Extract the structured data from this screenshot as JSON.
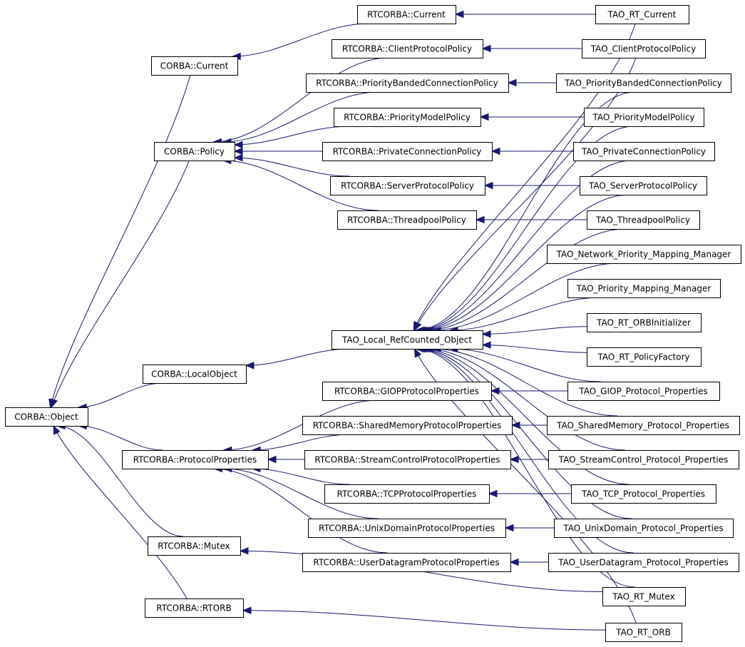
{
  "diagram": {
    "type": "inheritance-graph",
    "edge_color": "#191970",
    "nodes": [
      {
        "id": "corba_object",
        "label": "CORBA::Object"
      },
      {
        "id": "corba_current",
        "label": "CORBA::Current"
      },
      {
        "id": "corba_policy",
        "label": "CORBA::Policy"
      },
      {
        "id": "corba_localobject",
        "label": "CORBA::LocalObject"
      },
      {
        "id": "rt_protocolproperties",
        "label": "RTCORBA::ProtocolProperties"
      },
      {
        "id": "rt_mutex",
        "label": "RTCORBA::Mutex"
      },
      {
        "id": "rt_rtorb",
        "label": "RTCORBA::RTORB"
      },
      {
        "id": "rt_current",
        "label": "RTCORBA::Current"
      },
      {
        "id": "rt_clientprotocolpolicy",
        "label": "RTCORBA::ClientProtocolPolicy"
      },
      {
        "id": "rt_prioritybanded",
        "label": "RTCORBA::PriorityBandedConnectionPolicy"
      },
      {
        "id": "rt_prioritymodel",
        "label": "RTCORBA::PriorityModelPolicy"
      },
      {
        "id": "rt_privateconnection",
        "label": "RTCORBA::PrivateConnectionPolicy"
      },
      {
        "id": "rt_serverprotocol",
        "label": "RTCORBA::ServerProtocolPolicy"
      },
      {
        "id": "rt_threadpool",
        "label": "RTCORBA::ThreadpoolPolicy"
      },
      {
        "id": "tao_local_refcounted",
        "label": "TAO_Local_RefCounted_Object"
      },
      {
        "id": "rt_giop",
        "label": "RTCORBA::GIOPProtocolProperties"
      },
      {
        "id": "rt_sharedmemory",
        "label": "RTCORBA::SharedMemoryProtocolProperties"
      },
      {
        "id": "rt_streamcontrol",
        "label": "RTCORBA::StreamControlProtocolProperties"
      },
      {
        "id": "rt_tcp",
        "label": "RTCORBA::TCPProtocolProperties"
      },
      {
        "id": "rt_unixdomain",
        "label": "RTCORBA::UnixDomainProtocolProperties"
      },
      {
        "id": "rt_userdatagram",
        "label": "RTCORBA::UserDatagramProtocolProperties"
      },
      {
        "id": "tao_rt_current",
        "label": "TAO_RT_Current"
      },
      {
        "id": "tao_clientprotocol",
        "label": "TAO_ClientProtocolPolicy"
      },
      {
        "id": "tao_prioritybanded",
        "label": "TAO_PriorityBandedConnectionPolicy"
      },
      {
        "id": "tao_prioritymodel",
        "label": "TAO_PriorityModelPolicy"
      },
      {
        "id": "tao_privateconnection",
        "label": "TAO_PrivateConnectionPolicy"
      },
      {
        "id": "tao_serverprotocol",
        "label": "TAO_ServerProtocolPolicy"
      },
      {
        "id": "tao_threadpool",
        "label": "TAO_ThreadpoolPolicy"
      },
      {
        "id": "tao_network_priority",
        "label": "TAO_Network_Priority_Mapping_Manager"
      },
      {
        "id": "tao_priority_mapping",
        "label": "TAO_Priority_Mapping_Manager"
      },
      {
        "id": "tao_rt_orbinitializer",
        "label": "TAO_RT_ORBInitializer"
      },
      {
        "id": "tao_rt_policyfactory",
        "label": "TAO_RT_PolicyFactory"
      },
      {
        "id": "tao_giop_props",
        "label": "TAO_GIOP_Protocol_Properties"
      },
      {
        "id": "tao_sharedmemory_props",
        "label": "TAO_SharedMemory_Protocol_Properties"
      },
      {
        "id": "tao_streamcontrol_props",
        "label": "TAO_StreamControl_Protocol_Properties"
      },
      {
        "id": "tao_tcp_props",
        "label": "TAO_TCP_Protocol_Properties"
      },
      {
        "id": "tao_unixdomain_props",
        "label": "TAO_UnixDomain_Protocol_Properties"
      },
      {
        "id": "tao_userdatagram_props",
        "label": "TAO_UserDatagram_Protocol_Properties"
      },
      {
        "id": "tao_rt_mutex",
        "label": "TAO_RT_Mutex"
      },
      {
        "id": "tao_rt_orb",
        "label": "TAO_RT_ORB"
      }
    ],
    "edges": [
      {
        "from": "corba_current",
        "to": "corba_object"
      },
      {
        "from": "corba_policy",
        "to": "corba_object"
      },
      {
        "from": "corba_localobject",
        "to": "corba_object"
      },
      {
        "from": "rt_protocolproperties",
        "to": "corba_object"
      },
      {
        "from": "rt_mutex",
        "to": "corba_object"
      },
      {
        "from": "rt_rtorb",
        "to": "corba_object"
      },
      {
        "from": "rt_current",
        "to": "corba_current"
      },
      {
        "from": "rt_clientprotocolpolicy",
        "to": "corba_policy"
      },
      {
        "from": "rt_prioritybanded",
        "to": "corba_policy"
      },
      {
        "from": "rt_prioritymodel",
        "to": "corba_policy"
      },
      {
        "from": "rt_privateconnection",
        "to": "corba_policy"
      },
      {
        "from": "rt_serverprotocol",
        "to": "corba_policy"
      },
      {
        "from": "rt_threadpool",
        "to": "corba_policy"
      },
      {
        "from": "tao_local_refcounted",
        "to": "corba_localobject"
      },
      {
        "from": "rt_giop",
        "to": "rt_protocolproperties"
      },
      {
        "from": "rt_sharedmemory",
        "to": "rt_protocolproperties"
      },
      {
        "from": "rt_streamcontrol",
        "to": "rt_protocolproperties"
      },
      {
        "from": "rt_tcp",
        "to": "rt_protocolproperties"
      },
      {
        "from": "rt_unixdomain",
        "to": "rt_protocolproperties"
      },
      {
        "from": "rt_userdatagram",
        "to": "rt_protocolproperties"
      },
      {
        "from": "tao_rt_current",
        "to": "rt_current"
      },
      {
        "from": "tao_clientprotocol",
        "to": "rt_clientprotocolpolicy"
      },
      {
        "from": "tao_prioritybanded",
        "to": "rt_prioritybanded"
      },
      {
        "from": "tao_prioritymodel",
        "to": "rt_prioritymodel"
      },
      {
        "from": "tao_privateconnection",
        "to": "rt_privateconnection"
      },
      {
        "from": "tao_serverprotocol",
        "to": "rt_serverprotocol"
      },
      {
        "from": "tao_threadpool",
        "to": "rt_threadpool"
      },
      {
        "from": "tao_giop_props",
        "to": "rt_giop"
      },
      {
        "from": "tao_sharedmemory_props",
        "to": "rt_sharedmemory"
      },
      {
        "from": "tao_streamcontrol_props",
        "to": "rt_streamcontrol"
      },
      {
        "from": "tao_tcp_props",
        "to": "rt_tcp"
      },
      {
        "from": "tao_unixdomain_props",
        "to": "rt_unixdomain"
      },
      {
        "from": "tao_userdatagram_props",
        "to": "rt_userdatagram"
      },
      {
        "from": "tao_rt_mutex",
        "to": "rt_mutex"
      },
      {
        "from": "tao_rt_orb",
        "to": "rt_rtorb"
      },
      {
        "from": "tao_rt_current",
        "to": "tao_local_refcounted"
      },
      {
        "from": "tao_clientprotocol",
        "to": "tao_local_refcounted"
      },
      {
        "from": "tao_prioritybanded",
        "to": "tao_local_refcounted"
      },
      {
        "from": "tao_prioritymodel",
        "to": "tao_local_refcounted"
      },
      {
        "from": "tao_privateconnection",
        "to": "tao_local_refcounted"
      },
      {
        "from": "tao_serverprotocol",
        "to": "tao_local_refcounted"
      },
      {
        "from": "tao_threadpool",
        "to": "tao_local_refcounted"
      },
      {
        "from": "tao_network_priority",
        "to": "tao_local_refcounted"
      },
      {
        "from": "tao_priority_mapping",
        "to": "tao_local_refcounted"
      },
      {
        "from": "tao_rt_orbinitializer",
        "to": "tao_local_refcounted"
      },
      {
        "from": "tao_rt_policyfactory",
        "to": "tao_local_refcounted"
      },
      {
        "from": "tao_giop_props",
        "to": "tao_local_refcounted"
      },
      {
        "from": "tao_sharedmemory_props",
        "to": "tao_local_refcounted"
      },
      {
        "from": "tao_streamcontrol_props",
        "to": "tao_local_refcounted"
      },
      {
        "from": "tao_tcp_props",
        "to": "tao_local_refcounted"
      },
      {
        "from": "tao_unixdomain_props",
        "to": "tao_local_refcounted"
      },
      {
        "from": "tao_userdatagram_props",
        "to": "tao_local_refcounted"
      },
      {
        "from": "tao_rt_mutex",
        "to": "tao_local_refcounted"
      },
      {
        "from": "tao_rt_orb",
        "to": "tao_local_refcounted"
      }
    ]
  }
}
